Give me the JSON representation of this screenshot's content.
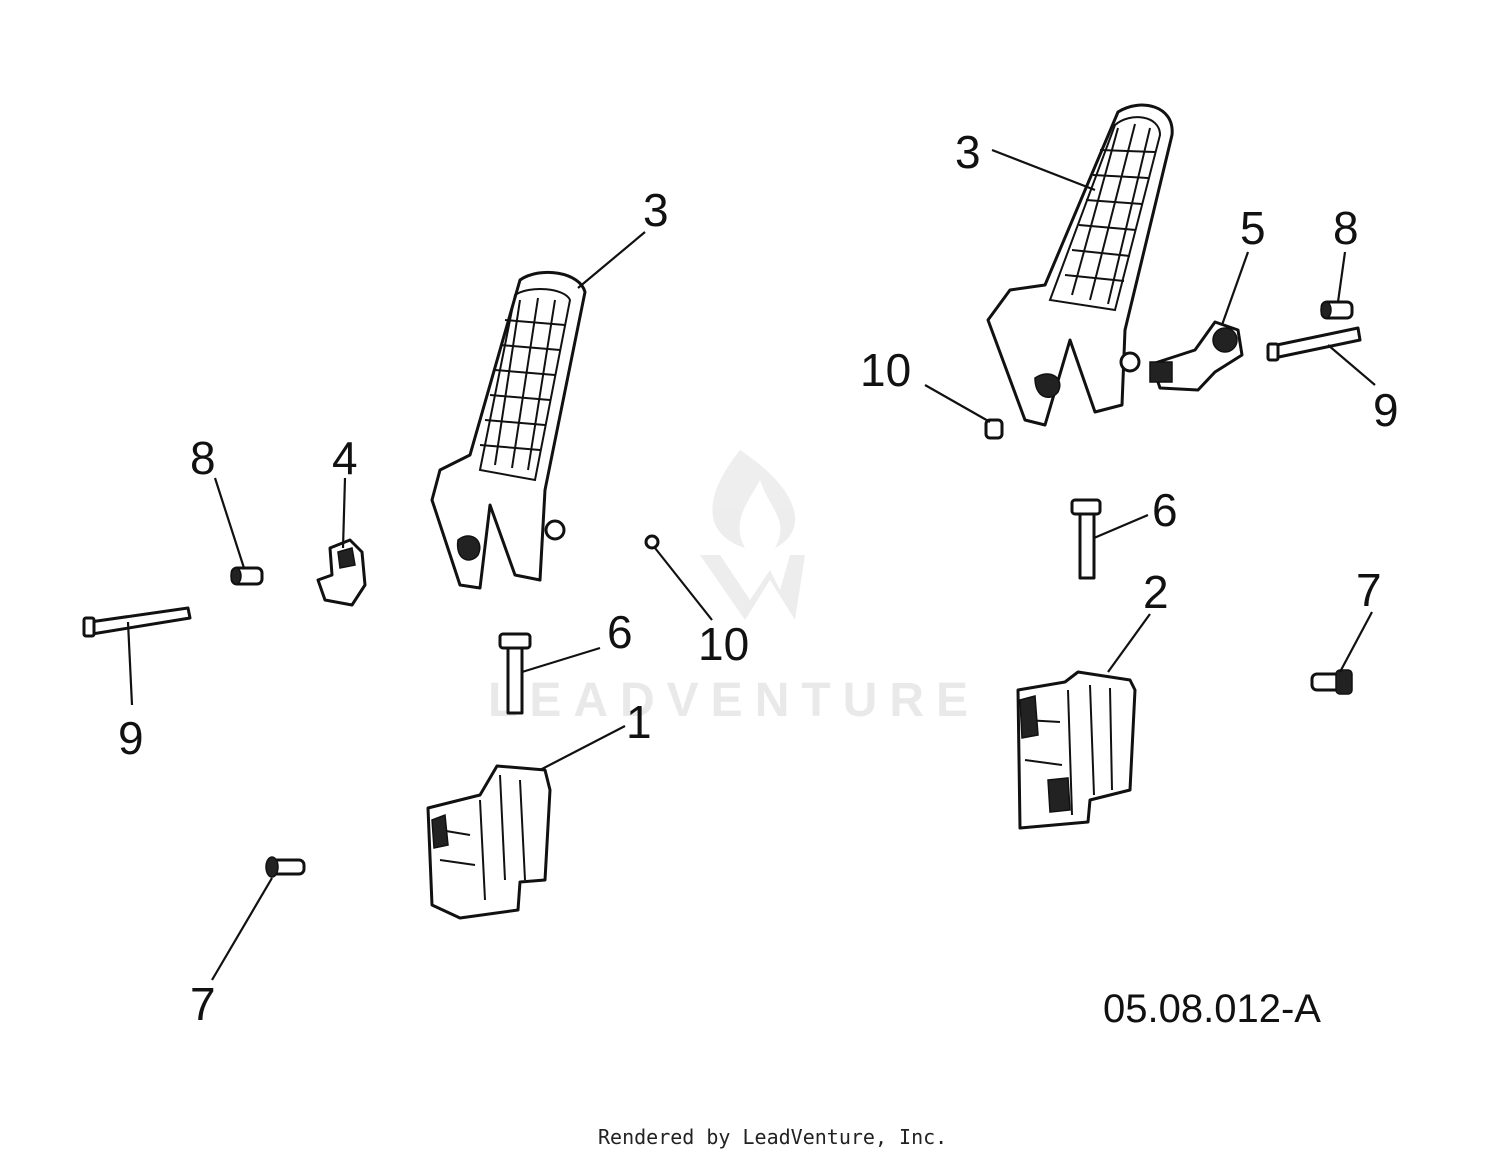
{
  "diagram": {
    "code": "05.08.012-A",
    "credit": "Rendered by LeadVenture, Inc.",
    "watermark": "LEADVENTURE",
    "logo": "flame-v-logo"
  },
  "callouts": {
    "left_pedal": "3",
    "left_bracket": "1",
    "left_lever": "4",
    "left_bushing": "8",
    "left_pin": "9",
    "left_bolt": "6",
    "left_nut": "10",
    "left_screw": "7",
    "right_pedal": "3",
    "right_bracket": "2",
    "right_lever": "5",
    "right_bushing": "8",
    "right_pin": "9",
    "right_bolt": "6",
    "right_nut": "10",
    "right_screw": "7"
  }
}
